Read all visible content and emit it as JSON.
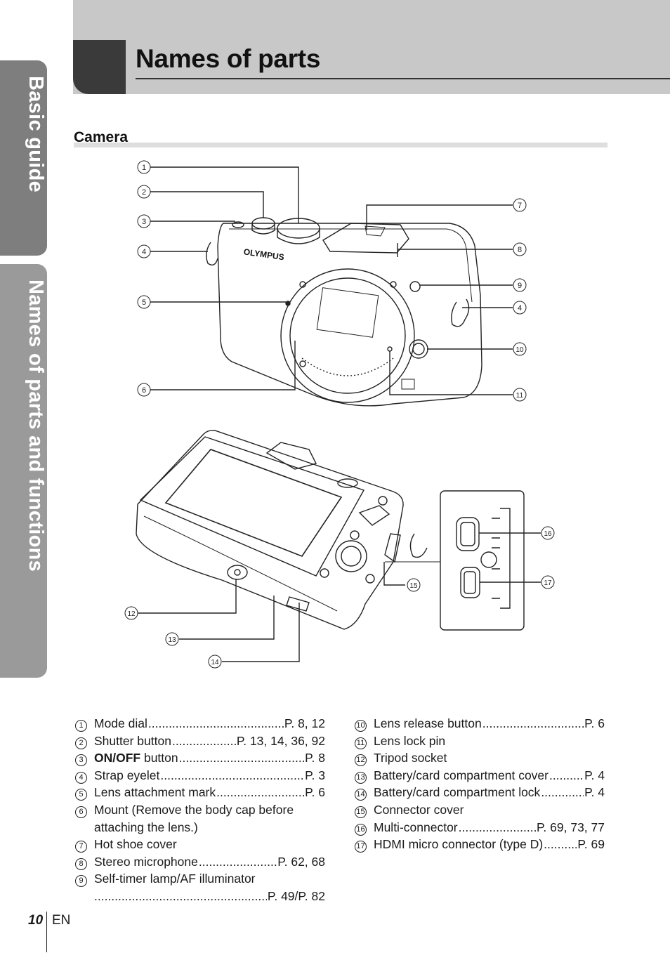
{
  "header": {
    "title": "Names of parts"
  },
  "side_tabs": [
    "Basic guide",
    "Names of parts and functions"
  ],
  "section": {
    "title": "Camera"
  },
  "brand_on_camera": "OLYMPUS",
  "callouts_front": [
    "1",
    "2",
    "3",
    "4",
    "5",
    "6",
    "7",
    "8",
    "9",
    "4",
    "10",
    "11"
  ],
  "callouts_back": [
    "12",
    "13",
    "14",
    "15",
    "16",
    "17"
  ],
  "parts_left": [
    {
      "num": "1",
      "label": "Mode dial",
      "ref": "P. 8, 12"
    },
    {
      "num": "2",
      "label": "Shutter button",
      "ref": "P. 13, 14, 36, 92"
    },
    {
      "num": "3",
      "label_bold": "ON/OFF",
      "label": " button",
      "ref": "P. 8"
    },
    {
      "num": "4",
      "label": "Strap eyelet",
      "ref": "P. 3"
    },
    {
      "num": "5",
      "label": "Lens attachment mark",
      "ref": "P. 6"
    },
    {
      "num": "6",
      "label": "Mount (Remove the body cap before",
      "label_cont": "attaching the lens.)"
    },
    {
      "num": "7",
      "label": "Hot shoe cover"
    },
    {
      "num": "8",
      "label": "Stereo microphone",
      "ref": "P. 62, 68"
    },
    {
      "num": "9",
      "label": "Self-timer lamp/AF illuminator",
      "ref": "P. 49/P. 82"
    }
  ],
  "parts_right": [
    {
      "num": "10",
      "label": "Lens release button",
      "ref": "P. 6"
    },
    {
      "num": "11",
      "label": "Lens lock pin"
    },
    {
      "num": "12",
      "label": "Tripod socket"
    },
    {
      "num": "13",
      "label": "Battery/card compartment cover",
      "ref": "P. 4"
    },
    {
      "num": "14",
      "label": "Battery/card compartment lock",
      "ref": "P. 4"
    },
    {
      "num": "15",
      "label": "Connector cover"
    },
    {
      "num": "16",
      "label": "Multi-connector",
      "ref": "P. 69, 73, 77"
    },
    {
      "num": "17",
      "label": "HDMI micro connector (type D)",
      "ref": "P. 69"
    }
  ],
  "footer": {
    "page": "10",
    "lang": "EN"
  }
}
